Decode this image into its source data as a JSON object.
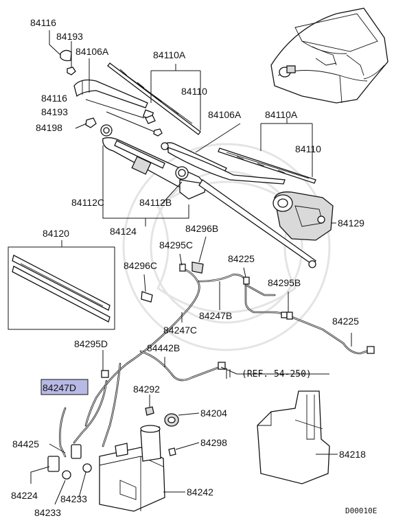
{
  "labels": {
    "p84116_top": "84116",
    "p84193_top": "84193",
    "p84106A_left": "84106A",
    "p84110A_top": "84110A",
    "p84110_top": "84110",
    "p84116_mid": "84116",
    "p84193_mid": "84193",
    "p84198": "84198",
    "p84106A_right": "84106A",
    "p84110A_right": "84110A",
    "p84110_right": "84110",
    "p84112C": "84112C",
    "p84112B": "84112B",
    "p84124": "84124",
    "p84129": "84129",
    "p84120": "84120",
    "p84296B": "84296B",
    "p84295C": "84295C",
    "p84296C": "84296C",
    "p84225_top": "84225",
    "p84295B": "84295B",
    "p84247B": "84247B",
    "p84247C": "84247C",
    "p84225_right": "84225",
    "p84295D": "84295D",
    "p84442B": "84442B",
    "p84247D": "84247D",
    "p84292": "84292",
    "p84204": "84204",
    "p84425": "84425",
    "p84298": "84298",
    "p84218": "84218",
    "p84224": "84224",
    "p84233_a": "84233",
    "p84233_b": "84233",
    "p84242": "84242"
  },
  "reference": "(REF. 54-250)",
  "diagram_code": "D00010E",
  "highlight_color": "#b9b9e6"
}
